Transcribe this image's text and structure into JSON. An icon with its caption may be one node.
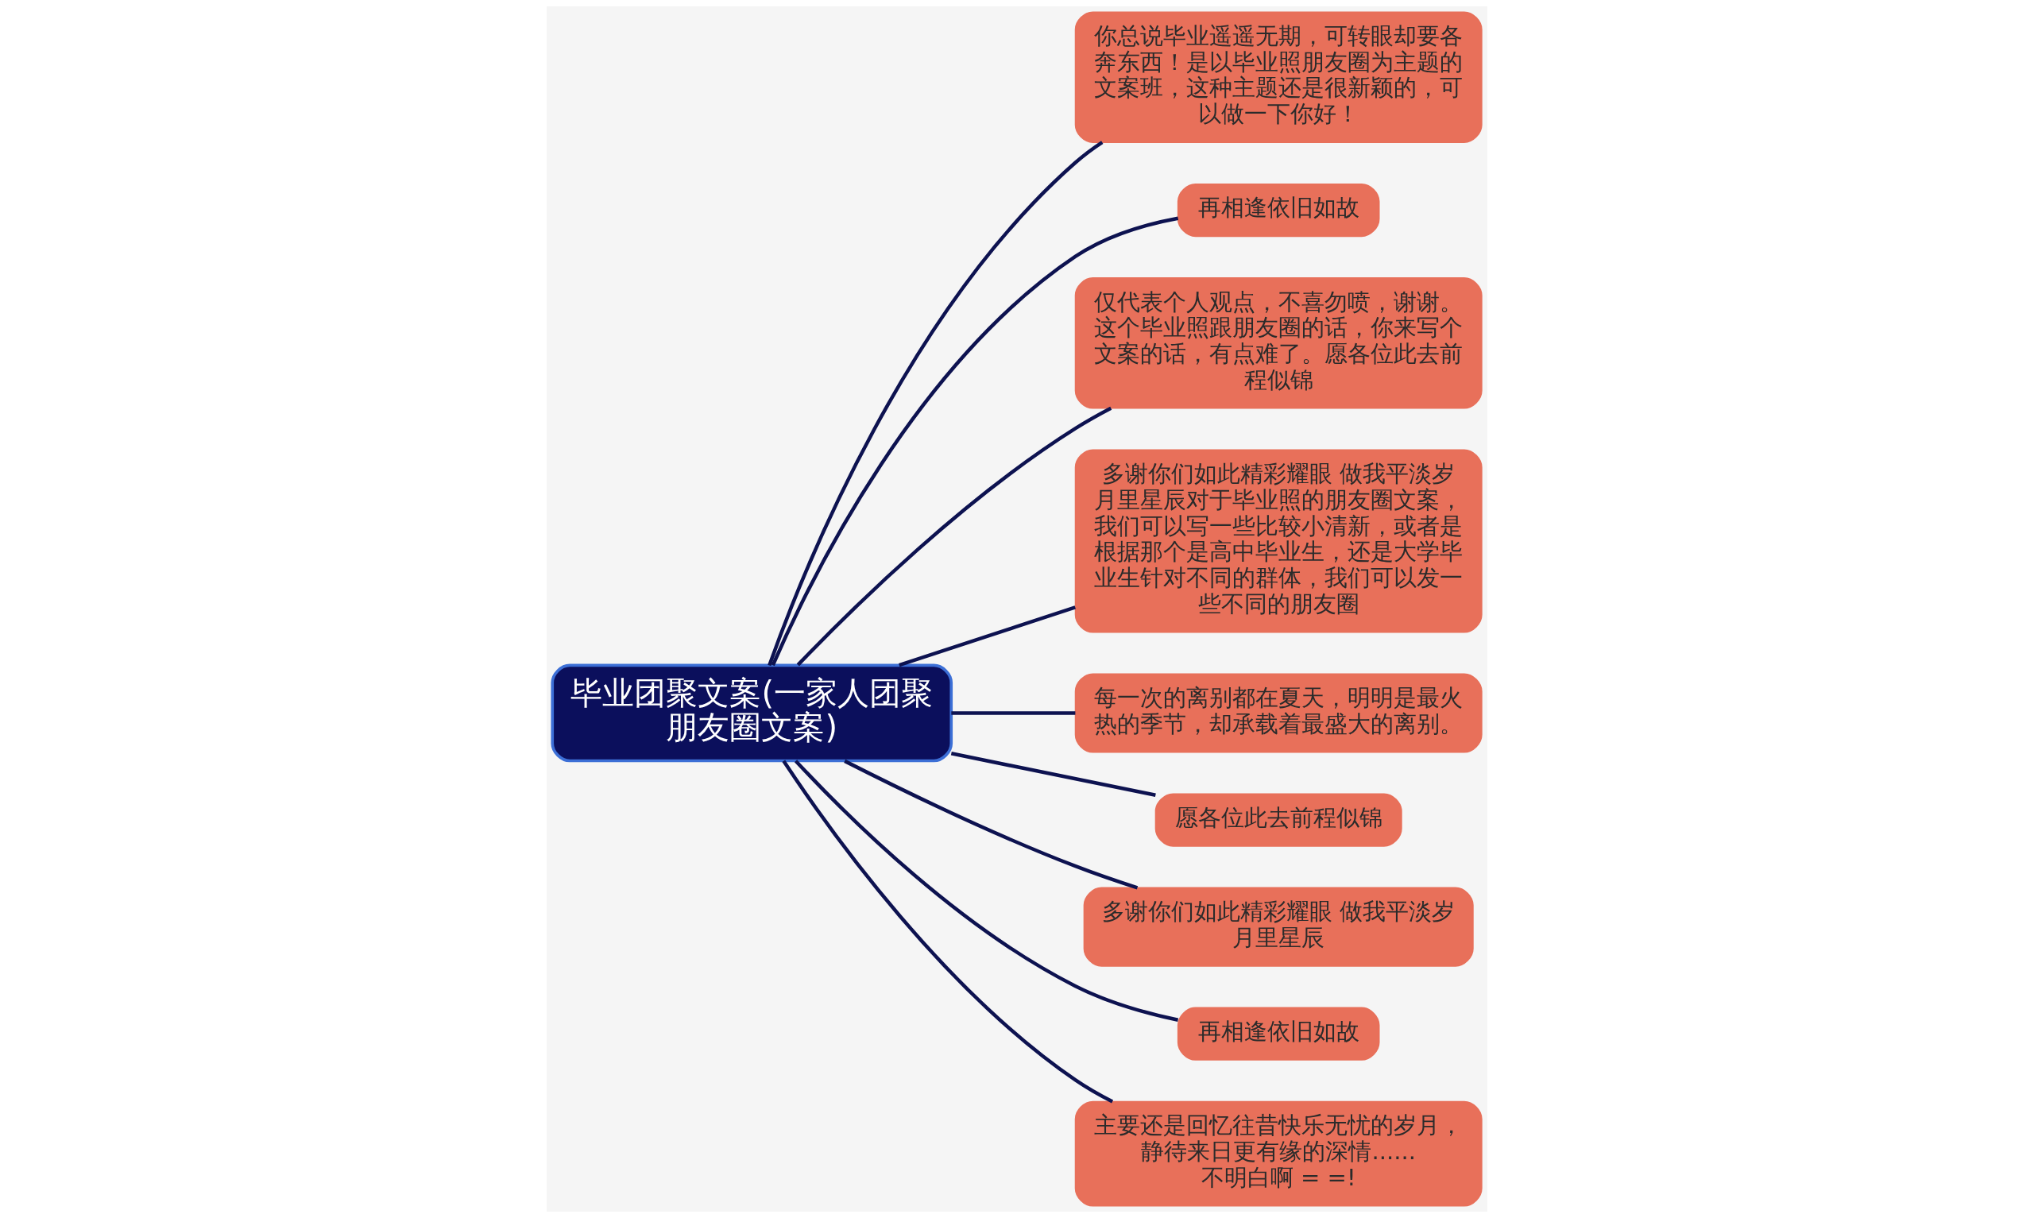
{
  "diagram": {
    "nodes": [
      {
        "text": [
          "毕业团聚文案(一家人团聚朋友圈文案)"
        ]
      },
      {
        "text": [
          "你总说毕业遥遥无期，可转眼却要各奔东西！是以毕业照朋友圈为主题的文案班，这种主题还是很新颖的，可以做一下你好！"
        ]
      },
      {
        "text": [
          "再相逢依旧如故"
        ]
      },
      {
        "text": [
          "仅代表个人观点，不喜勿喷，谢谢。这个毕业照跟朋友圈的话，你来写个文案的话，有点难了。愿各位此去前程似锦"
        ]
      },
      {
        "text": [
          "多谢你们如此精彩耀眼 做我平淡岁月里星辰对于毕业照的朋友圈文案，我们可以写一些比较小清新，或者是根据那个是高中毕业生，还是大学毕业生针对不同的群体，我们可以发一些不同的朋友圈"
        ]
      },
      {
        "text": [
          "每一次的离别都在夏天，明明是最火热的季节，却承载着最盛大的离别。"
        ]
      },
      {
        "text": [
          "愿各位此去前程似锦"
        ]
      },
      {
        "text": [
          "多谢你们如此精彩耀眼 做我平淡岁月里星辰"
        ]
      },
      {
        "text": [
          "再相逢依旧如故"
        ]
      },
      {
        "text": [
          "主要还是回忆往昔快乐无忧的岁月，静待来日更有缘的深情......不明白啊 = =!"
        ]
      }
    ],
    "edges": [
      {
        "from": 0,
        "to": 1,
        "arrow": "none"
      },
      {
        "from": 0,
        "to": 2,
        "arrow": "none"
      },
      {
        "from": 0,
        "to": 3,
        "arrow": "none"
      },
      {
        "from": 0,
        "to": 4,
        "arrow": "none"
      },
      {
        "from": 0,
        "to": 5,
        "arrow": "none"
      },
      {
        "from": 0,
        "to": 6,
        "arrow": "none"
      },
      {
        "from": 0,
        "to": 7,
        "arrow": "none"
      },
      {
        "from": 0,
        "to": 8,
        "arrow": "none"
      },
      {
        "from": 0,
        "to": 9,
        "arrow": "none"
      }
    ]
  }
}
